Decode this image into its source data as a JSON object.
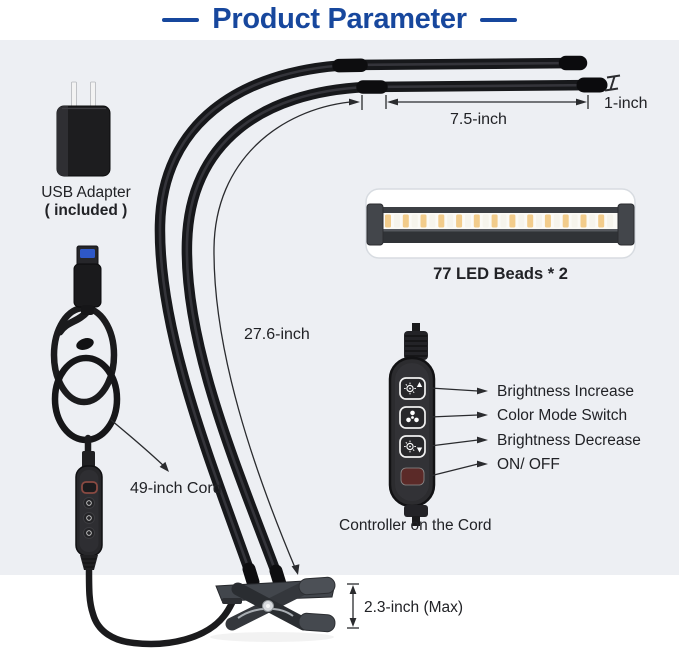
{
  "header": {
    "title": "Product Parameter"
  },
  "usb_adapter": {
    "line1": "USB Adapter",
    "line2": "( included )"
  },
  "dimensions": {
    "head_length": "7.5-inch",
    "head_thickness": "1-inch",
    "gooseneck": "27.6-inch",
    "cord": "49-inch Cord",
    "clamp_open": "2.3-inch (Max)"
  },
  "led_bar": {
    "caption": "77 LED Beads * 2",
    "bead_count": 26,
    "bead_color_warm": "#f2cc8b",
    "bead_color_white": "#f6f4ec"
  },
  "controller": {
    "caption": "Controller on the Cord",
    "buttons": [
      {
        "icon": "brightness-increase-icon",
        "label": "Brightness Increase"
      },
      {
        "icon": "color-mode-icon",
        "label": "Color Mode Switch"
      },
      {
        "icon": "brightness-decrease-icon",
        "label": "Brightness Decrease"
      },
      {
        "icon": "power-icon",
        "label": "ON/ OFF"
      }
    ]
  },
  "colors": {
    "accent_blue": "#17479d",
    "bg_gray": "#edeff3",
    "power_button": "#5b2a28"
  }
}
